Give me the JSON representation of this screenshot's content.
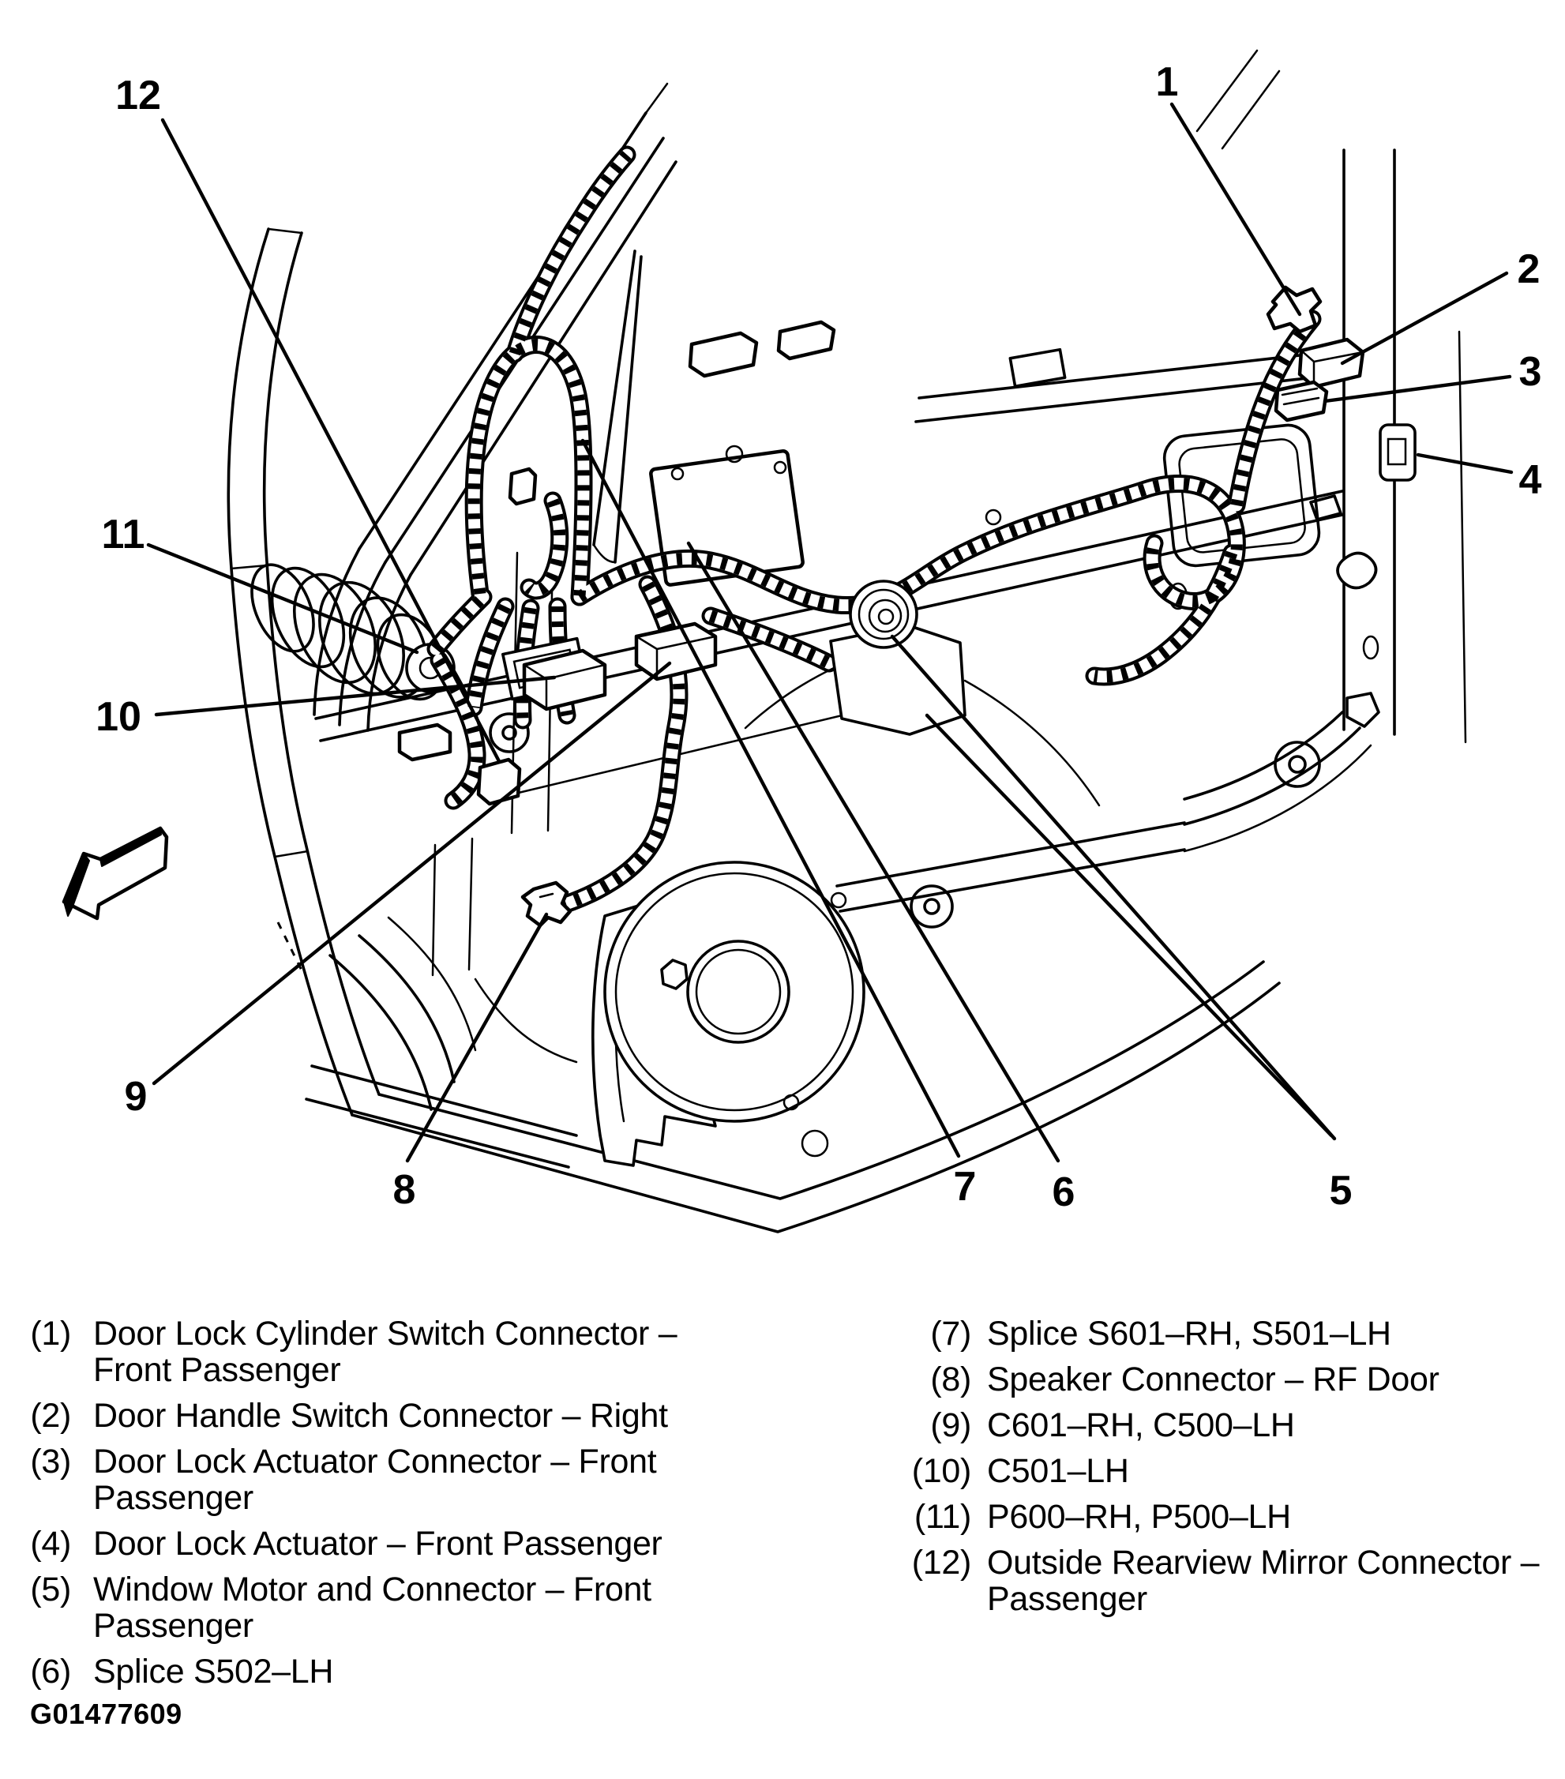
{
  "figure": {
    "code": "G01477609"
  },
  "callouts": [
    {
      "label": "1"
    },
    {
      "label": "2"
    },
    {
      "label": "3"
    },
    {
      "label": "4"
    },
    {
      "label": "5"
    },
    {
      "label": "6"
    },
    {
      "label": "7"
    },
    {
      "label": "8"
    },
    {
      "label": "9"
    },
    {
      "label": "10"
    },
    {
      "label": "11"
    },
    {
      "label": "12"
    }
  ],
  "legend": {
    "left": [
      {
        "num": "(1)",
        "lines": [
          "Door Lock Cylinder Switch Connector –",
          "Front Passenger"
        ]
      },
      {
        "num": "(2)",
        "lines": [
          "Door Handle Switch Connector – Right"
        ]
      },
      {
        "num": "(3)",
        "lines": [
          "Door Lock Actuator Connector – Front",
          "Passenger"
        ]
      },
      {
        "num": "(4)",
        "lines": [
          "Door Lock Actuator – Front Passenger"
        ]
      },
      {
        "num": "(5)",
        "lines": [
          "Window Motor and Connector – Front",
          "Passenger"
        ]
      },
      {
        "num": "(6)",
        "lines": [
          "Splice S502–LH"
        ]
      }
    ],
    "right": [
      {
        "num": "(7)",
        "lines": [
          "Splice S601–RH, S501–LH"
        ]
      },
      {
        "num": "(8)",
        "lines": [
          "Speaker Connector – RF Door"
        ]
      },
      {
        "num": "(9)",
        "lines": [
          "C601–RH, C500–LH"
        ]
      },
      {
        "num": "(10)",
        "lines": [
          "C501–LH"
        ]
      },
      {
        "num": "(11)",
        "lines": [
          "P600–RH, P500–LH"
        ]
      },
      {
        "num": "(12)",
        "lines": [
          "Outside Rearview Mirror Connector –",
          "Passenger"
        ]
      }
    ]
  }
}
